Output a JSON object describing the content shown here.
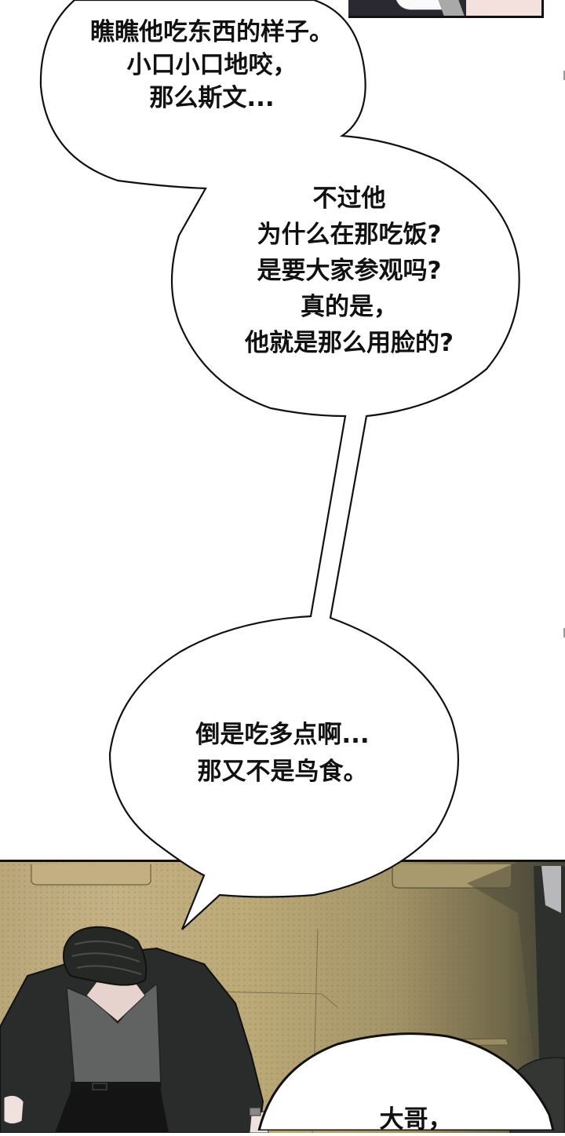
{
  "comic": {
    "panels": [
      {
        "id": "top-partial-panel",
        "description": "partial panel with character collar and skin"
      },
      {
        "id": "car-interior-panel",
        "description": "man in black suit hunched in car seat"
      }
    ],
    "bubbles": [
      {
        "id": "bubble-1",
        "lines": [
          "瞧瞧他吃东西的样子。",
          "小口小口地咬，",
          "那么斯文..."
        ]
      },
      {
        "id": "bubble-2",
        "lines": [
          "不过他",
          "为什么在那吃饭?",
          "是要大家参观吗?",
          "真的是，",
          "他就是那么用脸的?"
        ]
      },
      {
        "id": "bubble-3",
        "lines": [
          "倒是吃多点啊...",
          "那又不是鸟食。"
        ]
      },
      {
        "id": "bubble-4",
        "lines": [
          "大哥，"
        ]
      }
    ],
    "text": {
      "b1": "瞧瞧他吃东西的样子。\n小口小口地咬，\n那么斯文...",
      "b2": "不过他\n为什么在那吃饭?\n是要大家参观吗?\n真的是，\n他就是那么用脸的?",
      "b3": "倒是吃多点啊...\n那又不是鸟食。",
      "b4": "大哥，"
    },
    "colors": {
      "seat": "#bba977",
      "suit": "#2b2d2c",
      "shirt": "#5f6260",
      "outline": "#111111"
    }
  }
}
